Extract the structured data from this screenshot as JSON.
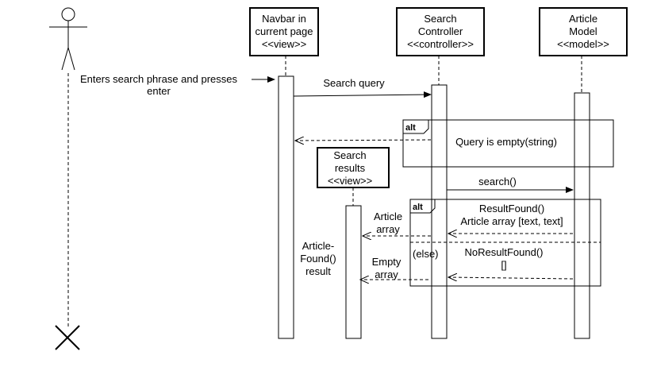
{
  "actor": {
    "action_line1": "Enters search phrase and presses",
    "action_line2": "enter"
  },
  "lifelines": {
    "navbar": [
      "Navbar in",
      "current page",
      "<<view>>"
    ],
    "search_controller": [
      "Search",
      "Controller",
      "<<controller>>"
    ],
    "article_model": [
      "Article",
      "Model",
      "<<model>>"
    ],
    "search_results": [
      "Search",
      "results",
      "<<view>>"
    ]
  },
  "messages": {
    "search_query": "Search query",
    "query_empty": "Query is empty(string)",
    "search_call": "search()",
    "result_found_line1": "ResultFound()",
    "result_found_line2": "Article array [text, text]",
    "article_array_line1": "Article",
    "article_array_line2": "array",
    "no_result_line1": "NoResultFound()",
    "no_result_line2": "[]",
    "empty_array_line1": "Empty",
    "empty_array_line2": "array"
  },
  "frames": {
    "alt1_label": "alt",
    "alt2_label": "alt",
    "else_label": "(else)"
  },
  "notes": {
    "article_found_line1": "Article-",
    "article_found_line2": "Found()",
    "article_found_line3": "result"
  }
}
